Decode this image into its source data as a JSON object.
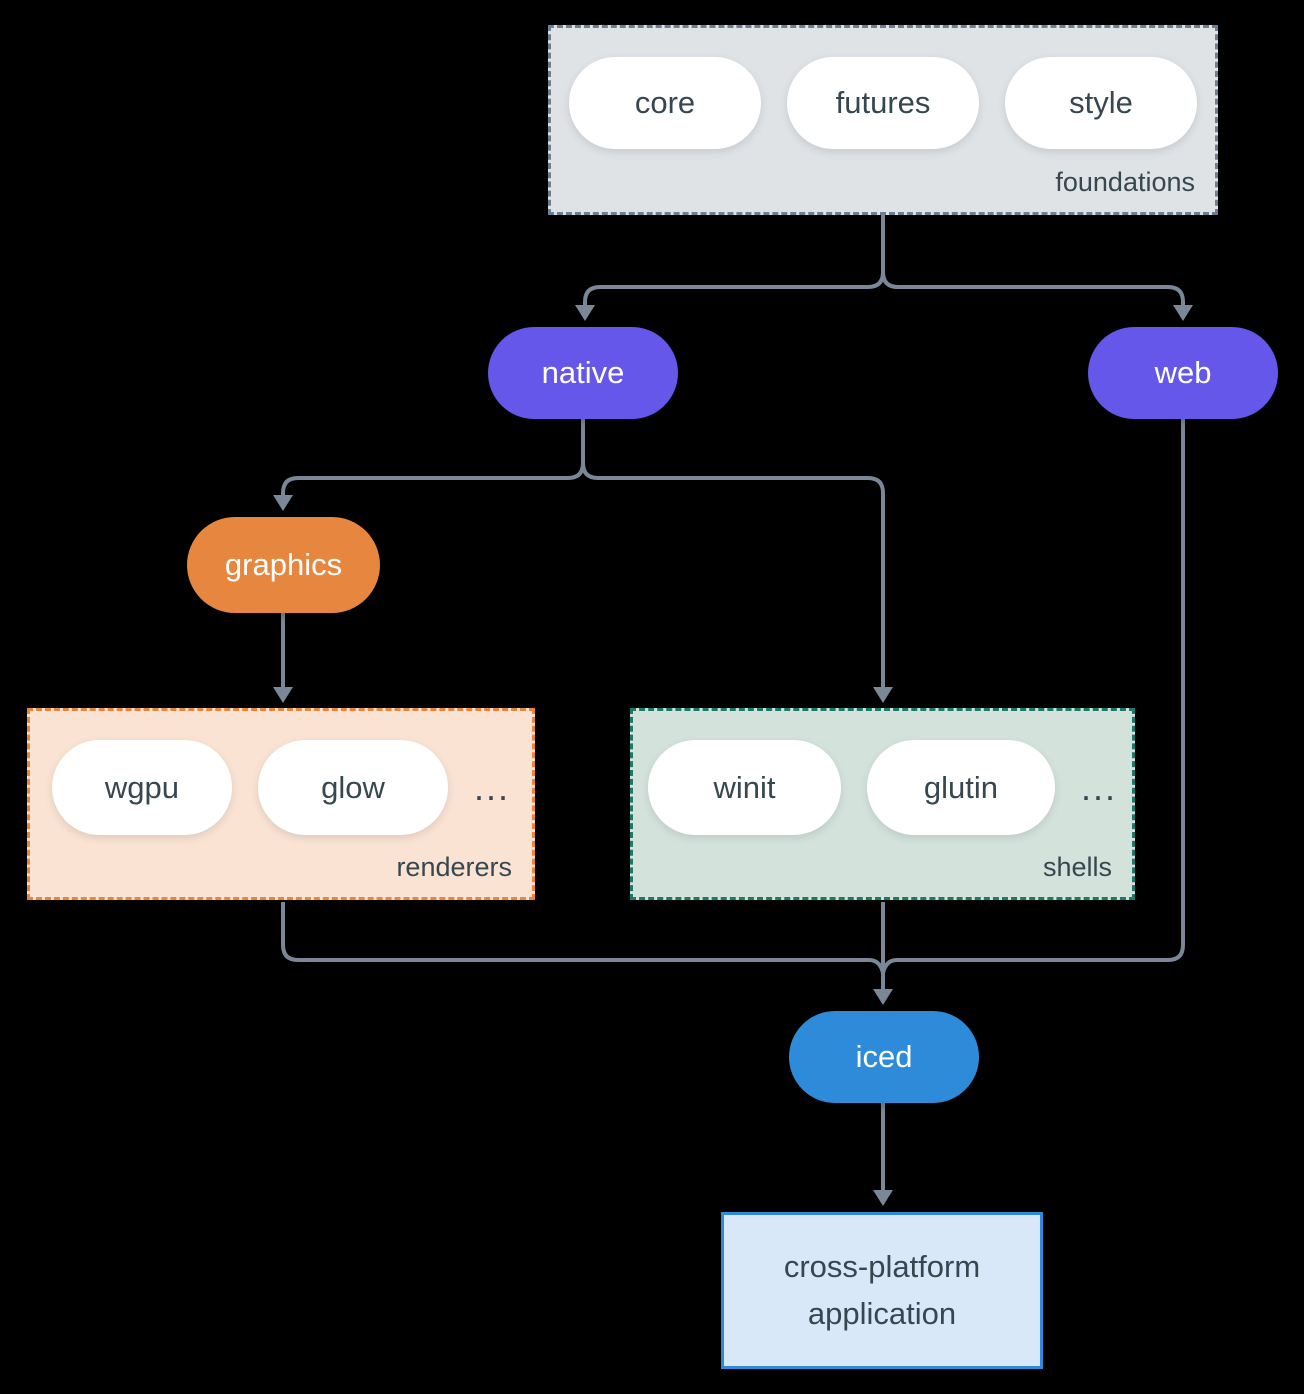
{
  "colors": {
    "background": "#000000",
    "connector": "#7A8796",
    "foundations_fill": "#DFE3E6",
    "foundations_border": "#6E8090",
    "purple_node": "#6457EA",
    "orange_node": "#E7863E",
    "renderers_fill": "#FAE3D3",
    "renderers_border": "#E8863E",
    "shells_fill": "#D4E2DC",
    "shells_border": "#1E7A68",
    "blue_node": "#2E8BD9",
    "app_fill": "#D9E8F9",
    "app_border": "#2E8BDC",
    "dark_text": "#36474F"
  },
  "diagram": {
    "foundations": {
      "label": "foundations",
      "pills": [
        "core",
        "futures",
        "style"
      ]
    },
    "native": {
      "label": "native"
    },
    "web": {
      "label": "web"
    },
    "graphics": {
      "label": "graphics"
    },
    "renderers": {
      "label": "renderers",
      "pills": [
        "wgpu",
        "glow"
      ],
      "ellipsis": "..."
    },
    "shells": {
      "label": "shells",
      "pills": [
        "winit",
        "glutin"
      ],
      "ellipsis": "..."
    },
    "iced": {
      "label": "iced"
    },
    "application": {
      "label": "cross-platform application"
    }
  }
}
